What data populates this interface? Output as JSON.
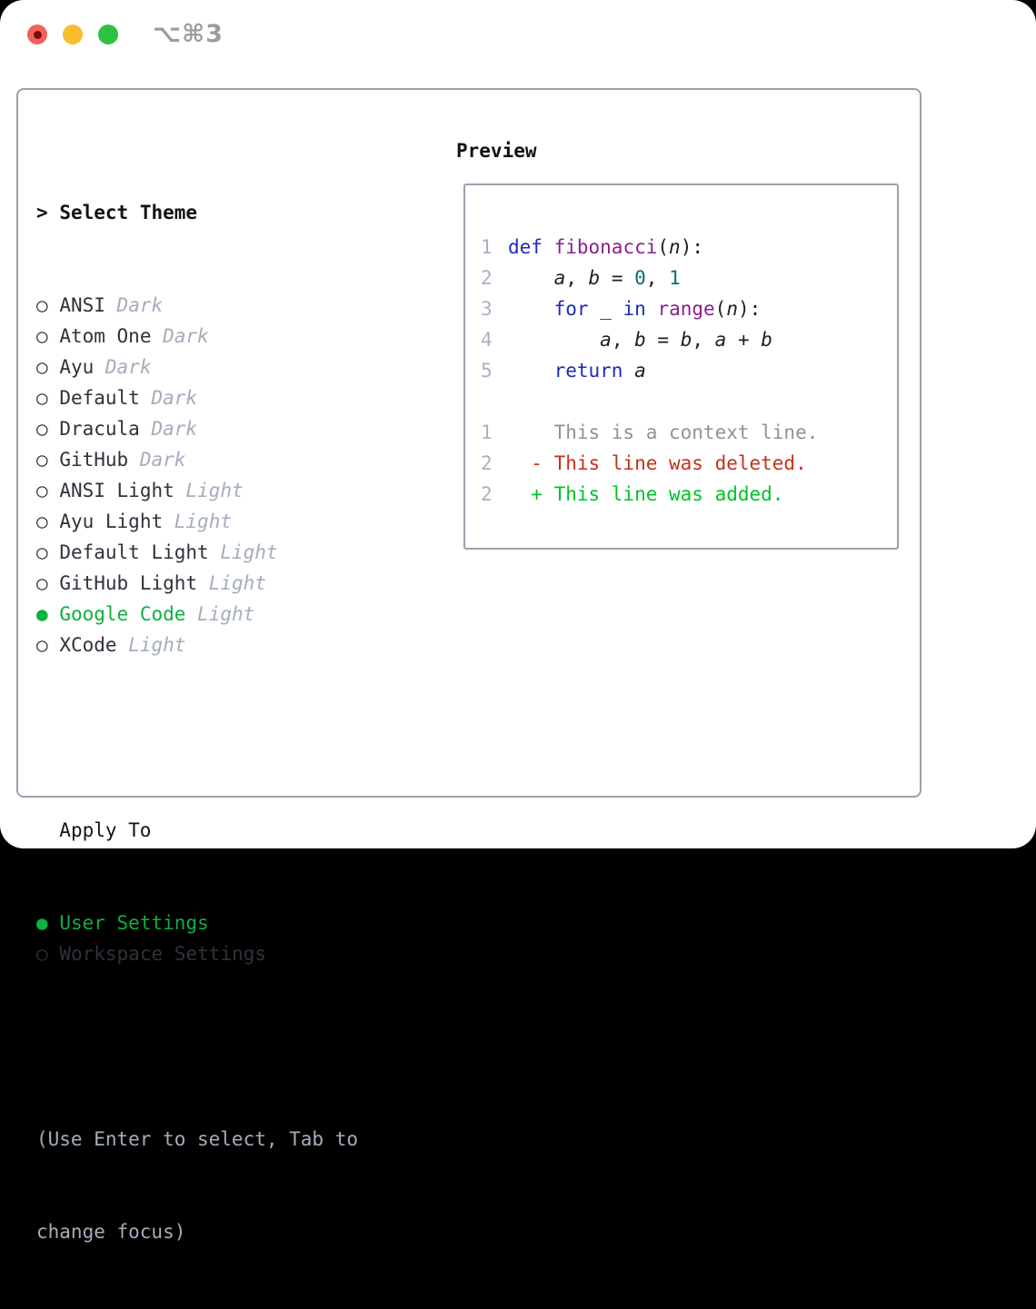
{
  "colors": {
    "tl_red": "#f4605a",
    "tl_red_dot": "#7a0d07",
    "tl_yellow": "#f8bd2e",
    "tl_green": "#2dc341",
    "shortcut": "#9c9ca0",
    "border": "#99a1ac",
    "header": "#101317",
    "item": "#2e333b",
    "muted": "#a4adbb",
    "green_sel": "#0cb13e",
    "lnum": "#a9b1c0",
    "code_plain": "#1d1f24",
    "code_kw": "#1c2cba",
    "code_fn": "#8a1f8e",
    "code_num": "#0b6e70",
    "code_ctx": "#8d939d",
    "code_del": "#c5321a",
    "code_add": "#00c226"
  },
  "window": {
    "shortcut_label": "⌥⌘3"
  },
  "ui": {
    "markers": {
      "header": ">",
      "selected": "●",
      "unselected": "○"
    }
  },
  "theme_list": {
    "header": "Select Theme",
    "items": [
      {
        "name": "ANSI",
        "variant": "Dark",
        "selected": false
      },
      {
        "name": "Atom One",
        "variant": "Dark",
        "selected": false
      },
      {
        "name": "Ayu",
        "variant": "Dark",
        "selected": false
      },
      {
        "name": "Default",
        "variant": "Dark",
        "selected": false
      },
      {
        "name": "Dracula",
        "variant": "Dark",
        "selected": false
      },
      {
        "name": "GitHub",
        "variant": "Dark",
        "selected": false
      },
      {
        "name": "ANSI Light",
        "variant": "Light",
        "selected": false
      },
      {
        "name": "Ayu Light",
        "variant": "Light",
        "selected": false
      },
      {
        "name": "Default Light",
        "variant": "Light",
        "selected": false
      },
      {
        "name": "GitHub Light",
        "variant": "Light",
        "selected": false
      },
      {
        "name": "Google Code",
        "variant": "Light",
        "selected": true
      },
      {
        "name": "XCode",
        "variant": "Light",
        "selected": false
      }
    ]
  },
  "apply_to": {
    "header": "Apply To",
    "items": [
      {
        "name": "User Settings",
        "selected": true
      },
      {
        "name": "Workspace Settings",
        "selected": false
      }
    ]
  },
  "hint": {
    "line1": "(Use Enter to select, Tab to",
    "line2": "change focus)"
  },
  "preview": {
    "title": "Preview",
    "lines": [
      {
        "num": "1",
        "tokens": [
          {
            "t": "def",
            "c": "kw"
          },
          {
            "t": " ",
            "c": "pl"
          },
          {
            "t": "fibonacci",
            "c": "fn"
          },
          {
            "t": "(",
            "c": "pl"
          },
          {
            "t": "n",
            "c": "var"
          },
          {
            "t": "):",
            "c": "pl"
          }
        ]
      },
      {
        "num": "2",
        "tokens": [
          {
            "t": "    ",
            "c": "pl"
          },
          {
            "t": "a",
            "c": "var"
          },
          {
            "t": ", ",
            "c": "pl"
          },
          {
            "t": "b",
            "c": "var"
          },
          {
            "t": " = ",
            "c": "pl"
          },
          {
            "t": "0",
            "c": "num"
          },
          {
            "t": ", ",
            "c": "pl"
          },
          {
            "t": "1",
            "c": "num"
          }
        ]
      },
      {
        "num": "3",
        "tokens": [
          {
            "t": "    ",
            "c": "pl"
          },
          {
            "t": "for",
            "c": "kw"
          },
          {
            "t": " ",
            "c": "pl"
          },
          {
            "t": "_",
            "c": "var"
          },
          {
            "t": " ",
            "c": "pl"
          },
          {
            "t": "in",
            "c": "kw"
          },
          {
            "t": " ",
            "c": "pl"
          },
          {
            "t": "range",
            "c": "fn"
          },
          {
            "t": "(",
            "c": "pl"
          },
          {
            "t": "n",
            "c": "var"
          },
          {
            "t": "):",
            "c": "pl"
          }
        ]
      },
      {
        "num": "4",
        "tokens": [
          {
            "t": "        ",
            "c": "pl"
          },
          {
            "t": "a",
            "c": "var"
          },
          {
            "t": ", ",
            "c": "pl"
          },
          {
            "t": "b",
            "c": "var"
          },
          {
            "t": " = ",
            "c": "pl"
          },
          {
            "t": "b",
            "c": "var"
          },
          {
            "t": ", ",
            "c": "pl"
          },
          {
            "t": "a",
            "c": "var"
          },
          {
            "t": " + ",
            "c": "pl"
          },
          {
            "t": "b",
            "c": "var"
          }
        ]
      },
      {
        "num": "5",
        "tokens": [
          {
            "t": "    ",
            "c": "pl"
          },
          {
            "t": "return",
            "c": "kw"
          },
          {
            "t": " ",
            "c": "pl"
          },
          {
            "t": "a",
            "c": "var"
          }
        ]
      },
      {
        "num": "",
        "tokens": []
      },
      {
        "num": "1",
        "tokens": [
          {
            "t": "    This is a context line.",
            "c": "ctx"
          }
        ]
      },
      {
        "num": "2",
        "tokens": [
          {
            "t": "  - This line was deleted.",
            "c": "del"
          }
        ]
      },
      {
        "num": "2",
        "tokens": [
          {
            "t": "  + This line was added.",
            "c": "add"
          }
        ]
      }
    ]
  }
}
